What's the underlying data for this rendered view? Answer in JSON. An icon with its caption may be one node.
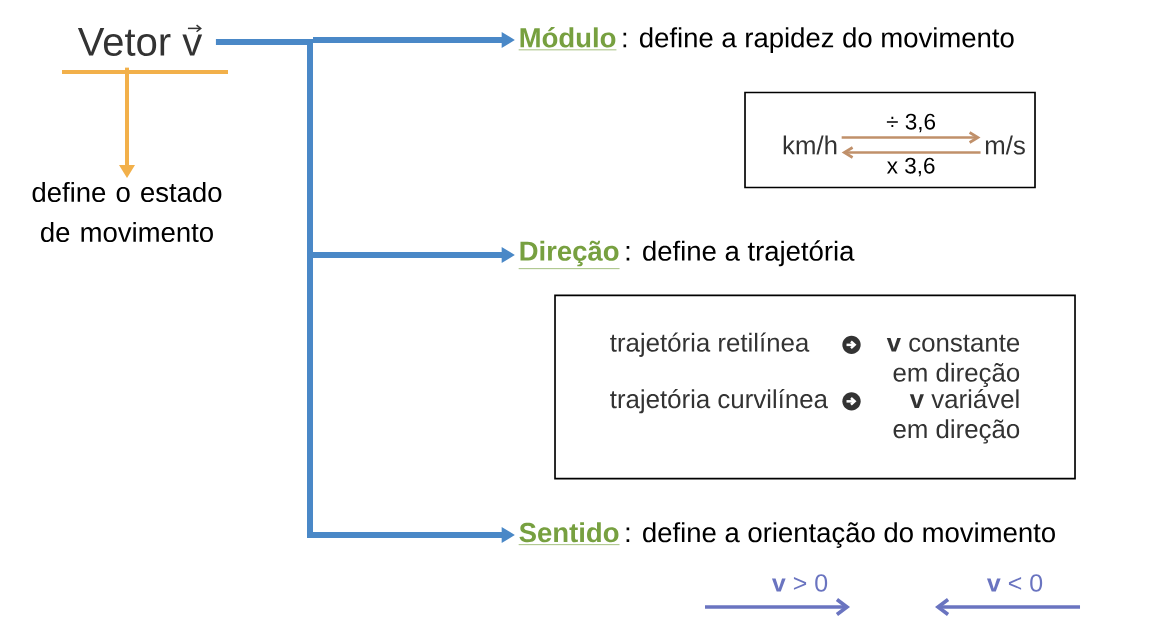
{
  "diagram": {
    "nodes": [
      {
        "text": [
          "Vetor",
          "v"
        ]
      },
      {
        "text": [
          "define o estado de movimento"
        ]
      },
      {
        "text": [
          "Módulo",
          ": define a rapidez do movimento"
        ]
      },
      {
        "text": [],
        "shape": "box"
      },
      {
        "text": [
          "km/h"
        ],
        "in": 3
      },
      {
        "text": [
          "m/s"
        ],
        "in": 3
      },
      {
        "text": [
          "Direção",
          ": define a trajetória"
        ]
      },
      {
        "text": [
          "trajetória retilínea",
          "**v** constante em direção",
          "trajetória curvilínea",
          "**v** variável em direção"
        ]
      },
      {
        "text": [
          "Sentido",
          ": define a orientação do movimento"
        ]
      }
    ],
    "edges": [
      {
        "from": 0,
        "to": 1,
        "arrow": "to",
        "color": "#f2b04a"
      },
      {
        "from": 0,
        "to": 2,
        "arrow": "to"
      },
      {
        "from": 0,
        "to": 6,
        "arrow": "to"
      },
      {
        "from": 0,
        "to": 8,
        "arrow": "to"
      },
      {
        "from": 4,
        "to": 5,
        "arrow": "to",
        "label": "÷ 3,6",
        "color": "#c0906a"
      },
      {
        "from": 5,
        "to": 4,
        "arrow": "to",
        "label": "x 3,6",
        "color": "#c0906a"
      }
    ],
    "labels": [
      "**v** > 0",
      "**v** < 0"
    ]
  }
}
